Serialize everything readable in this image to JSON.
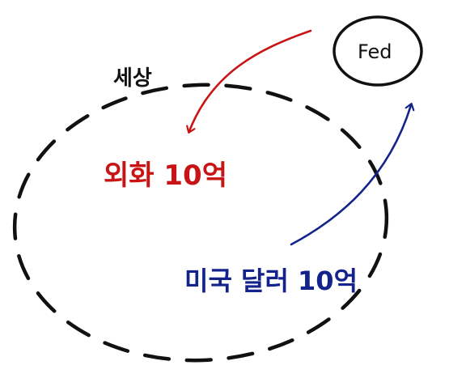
{
  "diagram": {
    "world_label": "세상",
    "fed_label": "Fed",
    "foreign_label": "외화 10억",
    "usd_label": "미국 달러 10억",
    "colors": {
      "ink": "#111111",
      "red_arrow": "#c81414",
      "blue_arrow": "#14238c"
    },
    "arrows": [
      {
        "name": "fed-to-world",
        "from": "Fed",
        "to": "외화 10억",
        "color": "red"
      },
      {
        "name": "world-to-fed",
        "from": "미국 달러 10억",
        "to": "Fed",
        "color": "blue"
      }
    ]
  }
}
